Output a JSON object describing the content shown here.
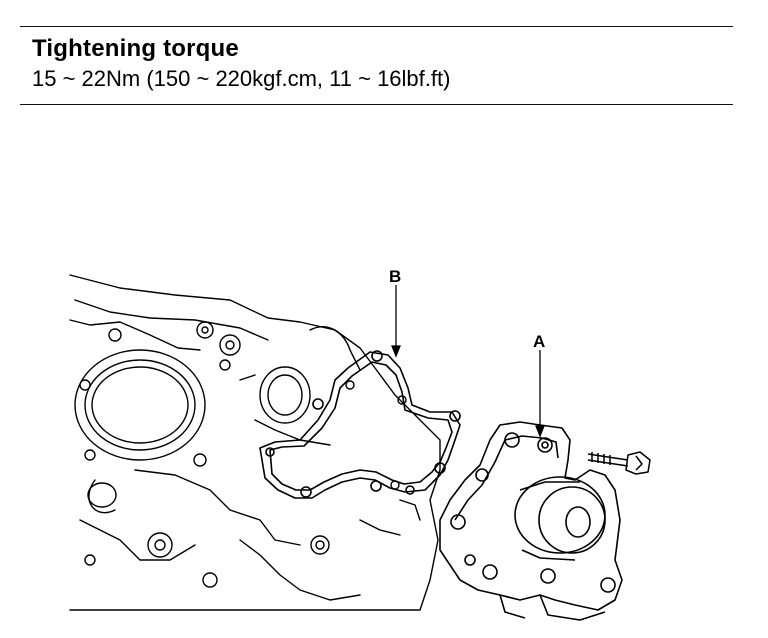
{
  "spec": {
    "title": "Tightening torque",
    "value": "15 ~ 22Nm (150 ~ 220kgf.cm, 11 ~ 16lbf.ft)"
  },
  "figure": {
    "callouts": {
      "a": "A",
      "b": "B"
    }
  }
}
